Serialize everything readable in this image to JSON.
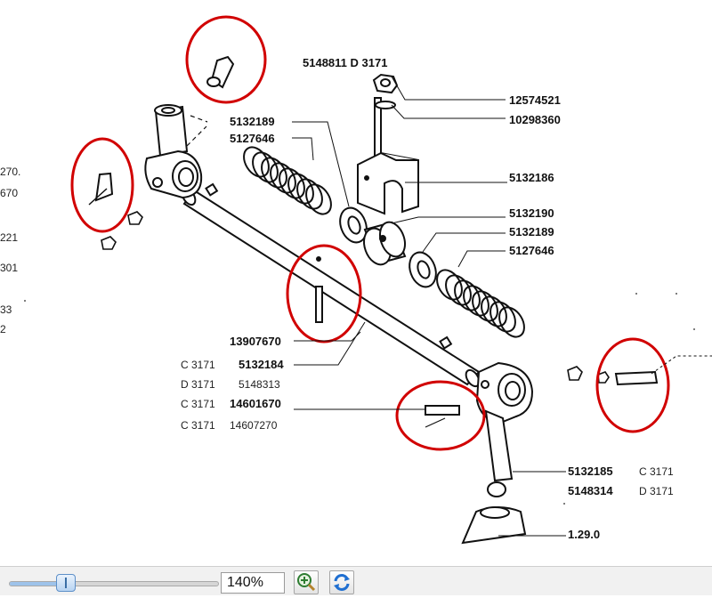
{
  "diagram": {
    "header_code": "5148811  D 3171",
    "labels": {
      "p12574521": "12574521",
      "p10298360": "10298360",
      "p5132189a": "5132189",
      "p5127646a": "5127646",
      "p5132186": "5132186",
      "p5132190": "5132190",
      "p5132189b": "5132189",
      "p5127646b": "5127646",
      "p13907670": "13907670",
      "p5132184": "5132184",
      "p5148313": "5148313",
      "p14601670": "14601670",
      "p14607270": "14607270",
      "p5132185": "5132185",
      "p5148314": "5148314",
      "p1290": "1.29.0",
      "c3171a": "C 3171",
      "d3171a": "D 3171",
      "c3171b": "C 3171",
      "c3171c": "C 3171",
      "c3171d": "C 3171",
      "d3171b": "D 3171"
    },
    "left_clipped": [
      "270.",
      "670",
      "221",
      "301",
      "33",
      "2"
    ]
  },
  "toolbar": {
    "zoom_value": "140%",
    "zoom_slider_percent": 27,
    "zoom_in_icon": "zoom-in-magnifier-icon",
    "refresh_icon": "refresh-icon",
    "accent": "#d10000"
  }
}
